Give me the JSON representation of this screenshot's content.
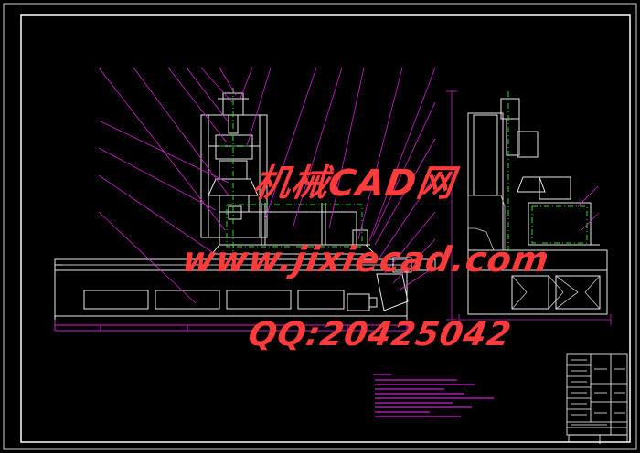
{
  "watermark": {
    "line1": "机械CAD网",
    "line2": "www.jixiecad.com",
    "line3": "QQ:20425042"
  },
  "colors": {
    "background": "#000000",
    "frame": "#ffffff",
    "leader": "#d020d0",
    "outline": "#e8e8e8",
    "center_line": "#20e020",
    "notes": "#d020d0",
    "watermark": "#ff3b3b"
  }
}
